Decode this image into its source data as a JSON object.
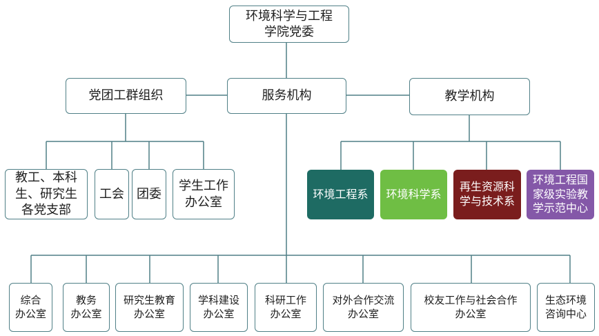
{
  "root": {
    "line1": "环境科学与工程",
    "line2": "学院党委"
  },
  "level2": {
    "party": "党团工群组织",
    "service": "服务机构",
    "teaching": "教学机构"
  },
  "party_units": [
    {
      "line1": "教工、本科",
      "line2": "生、研究生",
      "line3": "各党支部"
    },
    {
      "line1": "工会"
    },
    {
      "line1": "团委"
    },
    {
      "line1": "学生工作",
      "line2": "办公室"
    }
  ],
  "departments": [
    {
      "line1": "环境工程系",
      "color": "#1e6b63"
    },
    {
      "line1": "环境科学系",
      "color": "#6fbe44"
    },
    {
      "line1": "再生资源科",
      "line2": "学与技术系",
      "color": "#7a1d1d"
    },
    {
      "line1": "环境工程国",
      "line2": "家级实验教",
      "line3": "学示范中心",
      "color": "#8458a8"
    }
  ],
  "service_units": [
    {
      "line1": "综合",
      "line2": "办公室"
    },
    {
      "line1": "教务",
      "line2": "办公室"
    },
    {
      "line1": "研究生教育",
      "line2": "办公室"
    },
    {
      "line1": "学科建设",
      "line2": "办公室"
    },
    {
      "line1": "科研工作",
      "line2": "办公室"
    },
    {
      "line1": "对外合作交流",
      "line2": "办公室"
    },
    {
      "line1": "校友工作与社会合作",
      "line2": "办公室"
    },
    {
      "line1": "生态环境",
      "line2": "咨询中心"
    }
  ],
  "colors": {
    "line": "#4f7f86",
    "border": "#4f7f86"
  }
}
